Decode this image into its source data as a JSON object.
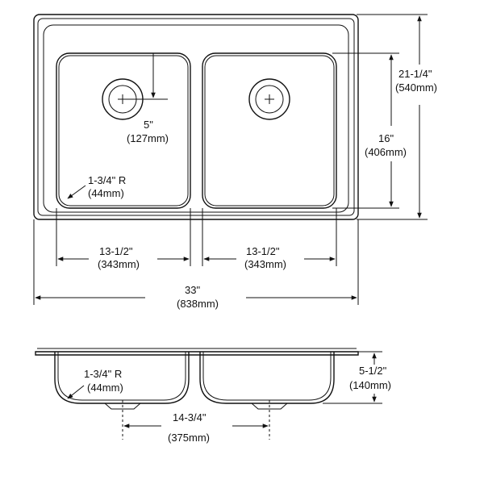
{
  "dimensions": {
    "overall_depth_front_back": {
      "imperial": "21-1/4\"",
      "metric": "(540mm)"
    },
    "bowl_front_back": {
      "imperial": "16\"",
      "metric": "(406mm)"
    },
    "drain_from_back": {
      "imperial": "5\"",
      "metric": "(127mm)"
    },
    "corner_radius_top": {
      "imperial": "1-3/4\" R",
      "metric": "(44mm)"
    },
    "left_bowl_width": {
      "imperial": "13-1/2\"",
      "metric": "(343mm)"
    },
    "right_bowl_width": {
      "imperial": "13-1/2\"",
      "metric": "(343mm)"
    },
    "overall_width": {
      "imperial": "33\"",
      "metric": "(838mm)"
    },
    "corner_radius_side": {
      "imperial": "1-3/4\" R",
      "metric": "(44mm)"
    },
    "bowl_depth": {
      "imperial": "5-1/2\"",
      "metric": "(140mm)"
    },
    "drain_spacing": {
      "imperial": "14-3/4\"",
      "metric": "(375mm)"
    }
  }
}
